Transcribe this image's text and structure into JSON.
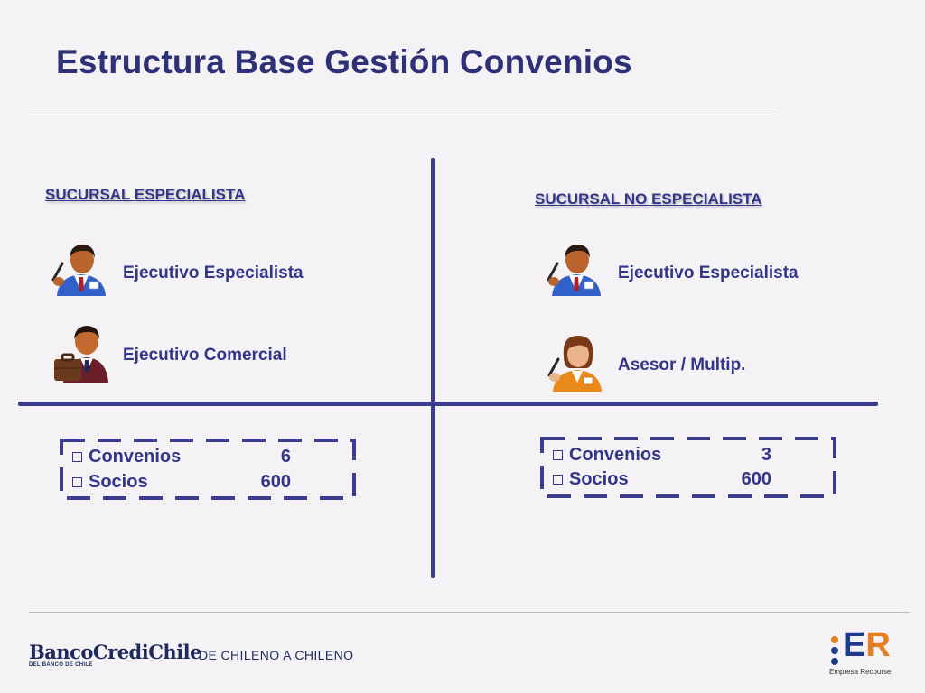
{
  "title": "Estructura Base Gestión Convenios",
  "left": {
    "heading": "SUCURSAL ESPECIALISTA",
    "roles": [
      {
        "label": "Ejecutivo Especialista",
        "icon": "businessman-pen-icon"
      },
      {
        "label": "Ejecutivo Comercial",
        "icon": "businessman-briefcase-icon"
      }
    ],
    "stats": [
      {
        "label": "Convenios",
        "value": "6"
      },
      {
        "label": "Socios",
        "value": "600"
      }
    ]
  },
  "right": {
    "heading": "SUCURSAL NO ESPECIALISTA",
    "roles": [
      {
        "label": "Ejecutivo Especialista",
        "icon": "businessman-pen-icon"
      },
      {
        "label": "Asesor / Multip.",
        "icon": "businesswoman-pen-icon"
      }
    ],
    "stats": [
      {
        "label": "Convenios",
        "value": "3"
      },
      {
        "label": "Socios",
        "value": "600"
      }
    ]
  },
  "footer": {
    "bank_name": "BancoCrediChile",
    "bank_sub": "DEL BANCO DE CHILE",
    "slogan": "DE CHILENO A CHILENO",
    "er_mark": "ER",
    "er_sub": "Empresa Recourse"
  },
  "colors": {
    "title": "#2e3178",
    "accent": "#33358a",
    "axis": "#3b3c8c",
    "background": "#f4f2f4",
    "er_orange": "#e67e22",
    "er_blue": "#1e3a8a"
  }
}
